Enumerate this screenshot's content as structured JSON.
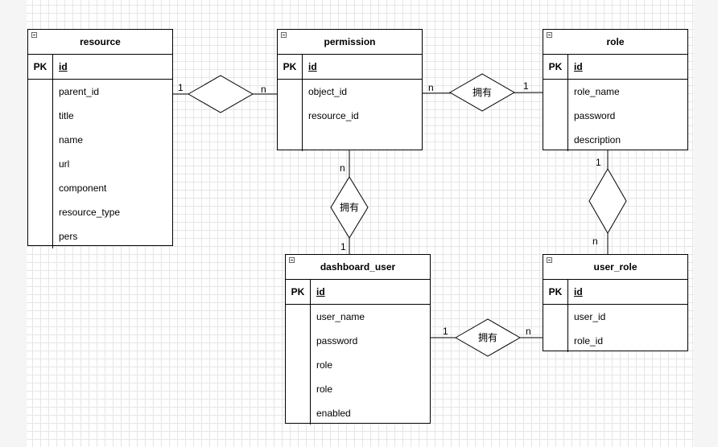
{
  "entities": {
    "resource": {
      "name": "resource",
      "pk_marker": "PK",
      "pk": "id",
      "fields": [
        "parent_id",
        "title",
        "name",
        "url",
        "component",
        "resource_type",
        "pers"
      ]
    },
    "permission": {
      "name": "permission",
      "pk_marker": "PK",
      "pk": "id",
      "fields": [
        "object_id",
        "resource_id",
        ""
      ]
    },
    "role": {
      "name": "role",
      "pk_marker": "PK",
      "pk": "id",
      "fields": [
        "role_name",
        "password",
        "description"
      ]
    },
    "dashboard_user": {
      "name": "dashboard_user",
      "pk_marker": "PK",
      "pk": "id",
      "fields": [
        "user_name",
        "password",
        "role",
        "role",
        "enabled"
      ]
    },
    "user_role": {
      "name": "user_role",
      "pk_marker": "PK",
      "pk": "id",
      "fields": [
        "user_id",
        "role_id"
      ]
    }
  },
  "relationships": {
    "resource_permission": {
      "label": "",
      "card_a": "1",
      "card_b": "n"
    },
    "permission_role": {
      "label": "拥有",
      "card_a": "n",
      "card_b": "1"
    },
    "permission_user": {
      "label": "拥有",
      "card_a": "n",
      "card_b": "1"
    },
    "role_user_role": {
      "label": "",
      "card_a": "1",
      "card_b": "n"
    },
    "user_user_role": {
      "label": "拥有",
      "card_a": "1",
      "card_b": "n"
    }
  }
}
